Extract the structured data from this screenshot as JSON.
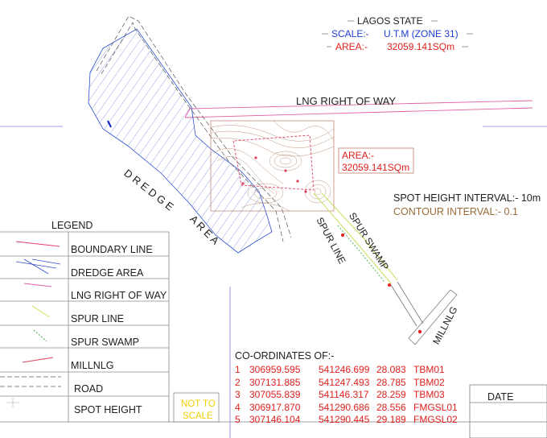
{
  "header": {
    "state": "LAGOS STATE",
    "scale_label": "SCALE:-",
    "scale_value": "U.T.M (ZONE 31)",
    "area_label": "AREA:-",
    "area_value": "32059.141SQm"
  },
  "map_labels": {
    "lng_right_of_way": "LNG  RIGHT OF WAY",
    "dredge": "D R E D G E",
    "area": "A R E A",
    "area_box_label": "AREA:-",
    "area_box_value": "32059.141SQm",
    "spur_line": "SPUR LINE",
    "spur_swamp": "SPUR SWAMP",
    "millnlg": "MILLNLG"
  },
  "intervals": {
    "spot_height": "SPOT HEIGHT INTERVAL:- 10m",
    "contour": "CONTOUR INTERVAL:- 0.1"
  },
  "legend": {
    "title": "LEGEND",
    "items": [
      {
        "label": "BOUNDARY LINE",
        "symbol": "boundary-line-symbol",
        "color": "#e0406a"
      },
      {
        "label": "DREDGE AREA",
        "symbol": "dredge-area-symbol",
        "color": "#3050d0"
      },
      {
        "label": "LNG RIGHT OF WAY",
        "symbol": "lng-right-of-way-symbol",
        "color": "#e060a0"
      },
      {
        "label": "SPUR LINE",
        "symbol": "spur-line-symbol",
        "color": "#c8e060"
      },
      {
        "label": "SPUR SWAMP",
        "symbol": "spur-swamp-symbol",
        "color": "#40b040"
      },
      {
        "label": "MILLNLG",
        "symbol": "millnlg-symbol",
        "color": "#e04060"
      },
      {
        "label": "ROAD",
        "symbol": "road-symbol",
        "color": "#606060"
      },
      {
        "label": "SPOT HEIGHT",
        "symbol": "spot-height-symbol",
        "color": "#a0a0a0"
      }
    ]
  },
  "not_to_scale": [
    "NOT TO",
    "SCALE"
  ],
  "coordinates": {
    "title": "CO-ORDINATES OF:-",
    "rows": [
      {
        "no": "1",
        "easting": "306959.595",
        "northing": "541246.699",
        "height": "28.083",
        "id": "TBM01"
      },
      {
        "no": "2",
        "easting": "307131.885",
        "northing": "541247.493",
        "height": "28.785",
        "id": "TBM02"
      },
      {
        "no": "3",
        "easting": "307055.839",
        "northing": "541146.317",
        "height": "28.259",
        "id": "TBM03"
      },
      {
        "no": "4",
        "easting": "306917.870",
        "northing": "541290.686",
        "height": "28.556",
        "id": "FMGSL01"
      },
      {
        "no": "5",
        "easting": "307146.104",
        "northing": "541290.445",
        "height": "29.189",
        "id": "FMGSL02"
      }
    ]
  },
  "date_label": "DATE"
}
